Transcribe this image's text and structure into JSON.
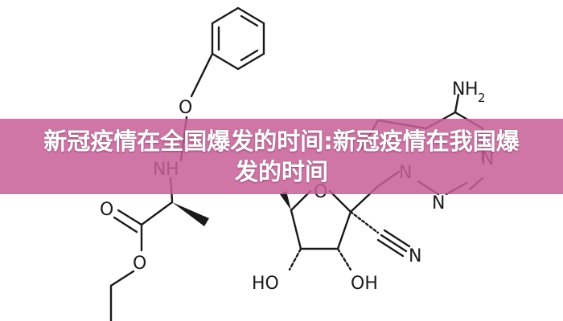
{
  "article": {
    "title": "新冠疫情在全国爆发的时间:新冠疫情在我国爆发的时间"
  },
  "structure": {
    "atoms": {
      "ether_oxygen": "O",
      "amine_n": "N",
      "amine_h": "H",
      "carbonyl_oxygen": "O",
      "ester_oxygen": "O",
      "amino_group_n": "N",
      "amino_group_h": "H",
      "amino_group_sub": "2",
      "ring_nitrogen_1": "N",
      "ring_nitrogen_2": "N",
      "ring_nitrogen_3": "N",
      "ring_oxygen": "O",
      "nitrile_n": "N",
      "hydroxyl_left": "HO",
      "hydroxyl_right": "OH"
    }
  },
  "colors": {
    "banner_background": "#c76099",
    "banner_text": "#ffffff",
    "bond": "#1a1a1a"
  }
}
